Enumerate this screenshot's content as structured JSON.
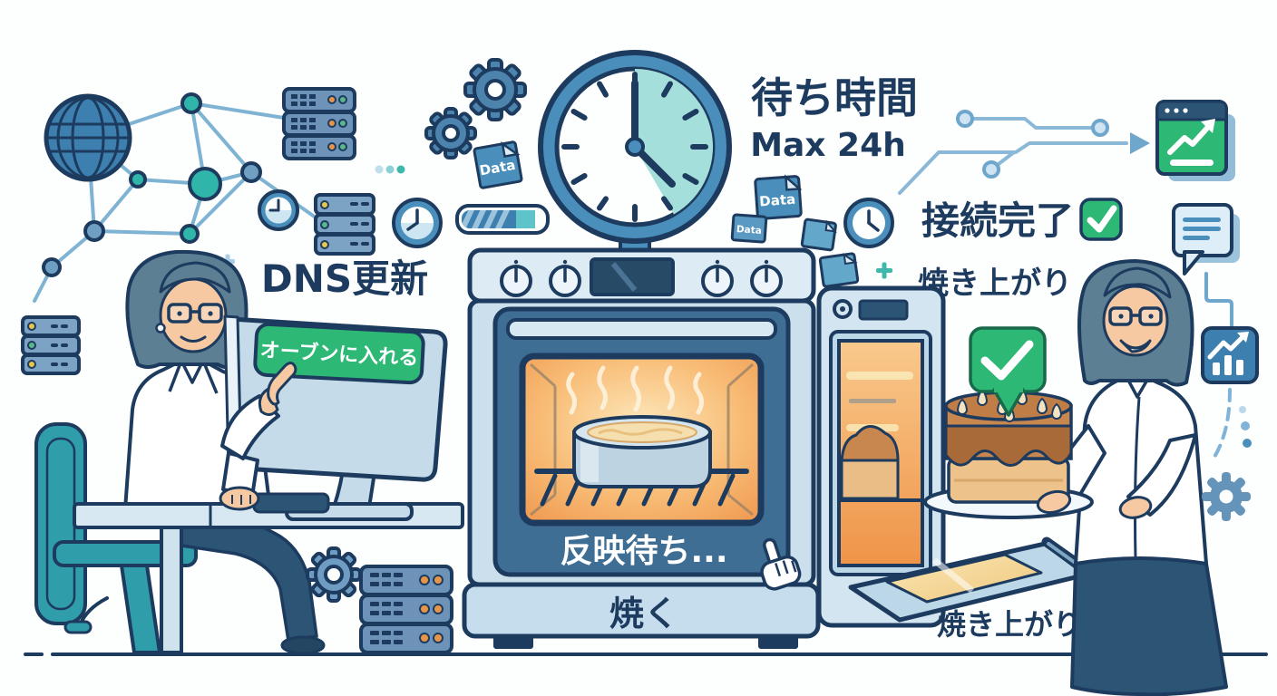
{
  "illustration": {
    "left": {
      "caption": "DNS更新",
      "monitor_button": "オーブンに入れる"
    },
    "center": {
      "wait_title": "待ち時間",
      "wait_subtitle": "Max 24h",
      "oven_status": "反映待ち...",
      "oven_button": "焼く"
    },
    "right": {
      "status_caption": "接続完了",
      "result_caption_top": "焼き上がり",
      "result_caption_bottom": "焼き上がり"
    },
    "docs": {
      "doc_left_label": "Data",
      "doc_right_large_label": "Data",
      "doc_right_small_label": "Data"
    },
    "icons": [
      "globe-network",
      "server-rack",
      "gear",
      "data-document",
      "clock",
      "progress-bar",
      "analytics-window",
      "check-badge",
      "speech-bubble",
      "bar-chart-icon",
      "cursor-hand",
      "plus-sparkle"
    ],
    "colors": {
      "navy_outline": "#1d3b5e",
      "blue": "#4a8fbc",
      "light_blue": "#d7e8f3",
      "teal": "#2fb5a9",
      "green": "#2eb875",
      "oven_glow_orange": "#f5a75f",
      "batter_cream": "#f6dfae",
      "cake_brown": "#c98750",
      "skin": "#f6c9a2",
      "hair": "#5d7f94",
      "chair_teal": "#2f9daa"
    }
  }
}
